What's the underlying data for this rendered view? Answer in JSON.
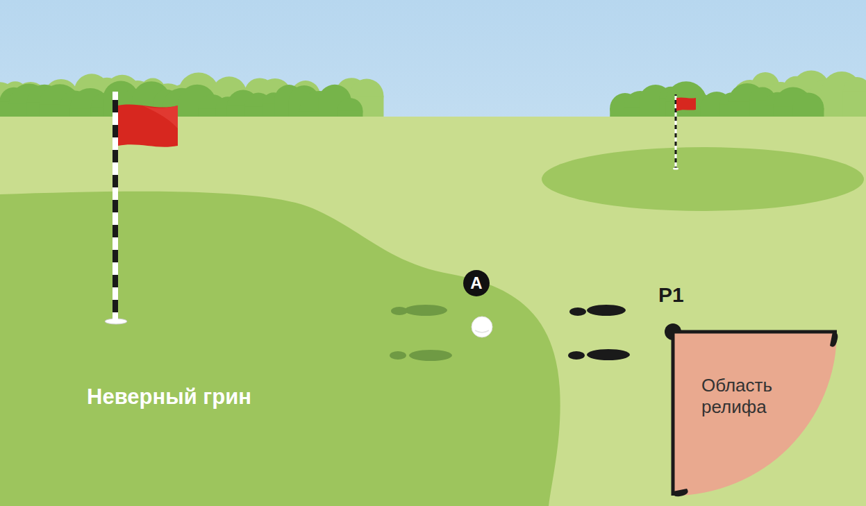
{
  "diagram": {
    "nodes": [
      {
        "text": [
          "A"
        ]
      },
      {
        "text": [
          "Область релифа"
        ]
      }
    ],
    "labels": [
      "P1",
      "Неверный грин"
    ]
  }
}
